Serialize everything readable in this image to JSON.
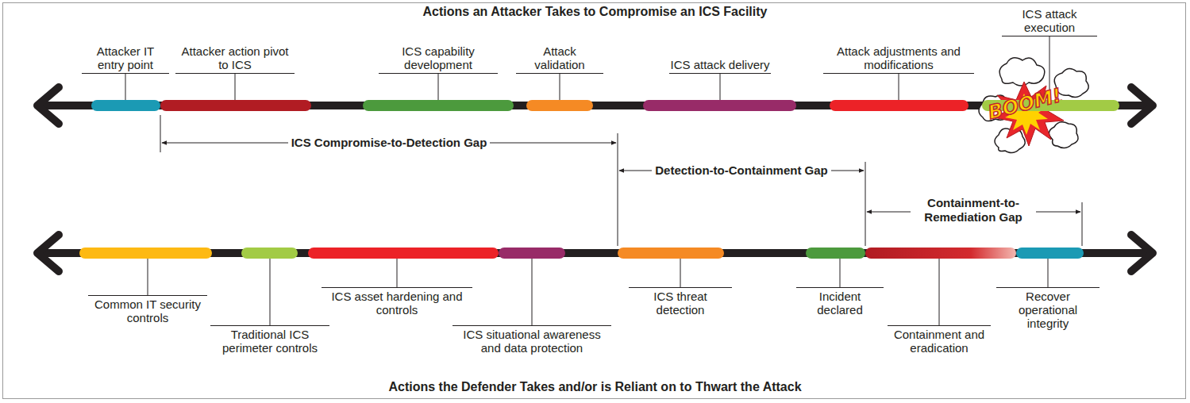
{
  "diagram": {
    "title": "Actions an Attacker Takes to Compromise an ICS Facility",
    "caption": "Actions the Defender Takes and/or is Reliant on to Thwart the Attack",
    "nodes": [
      {
        "text": [
          "Attacker IT entry point"
        ]
      },
      {
        "text": [
          "Attacker action pivot to ICS"
        ]
      },
      {
        "text": [
          "ICS capability development"
        ]
      },
      {
        "text": [
          "Attack validation"
        ]
      },
      {
        "text": [
          "ICS attack delivery"
        ]
      },
      {
        "text": [
          "Attack adjustments and modifications"
        ]
      },
      {
        "text": [
          "ICS attack execution"
        ]
      },
      {
        "text": [
          "Common IT security controls"
        ]
      },
      {
        "text": [
          "Traditional ICS perimeter controls"
        ]
      },
      {
        "text": [
          "ICS asset hardening and controls"
        ]
      },
      {
        "text": [
          "ICS situational awareness and data protection"
        ]
      },
      {
        "text": [
          "ICS threat detection"
        ]
      },
      {
        "text": [
          "Incident declared"
        ]
      },
      {
        "text": [
          "Containment and eradication"
        ]
      },
      {
        "text": [
          "Recover operational integrity"
        ]
      }
    ],
    "labels": [
      "ICS Compromise-to-Detection Gap",
      "Detection-to-Containment Gap",
      "Containment-to-Remediation Gap",
      "BOOM!"
    ]
  }
}
